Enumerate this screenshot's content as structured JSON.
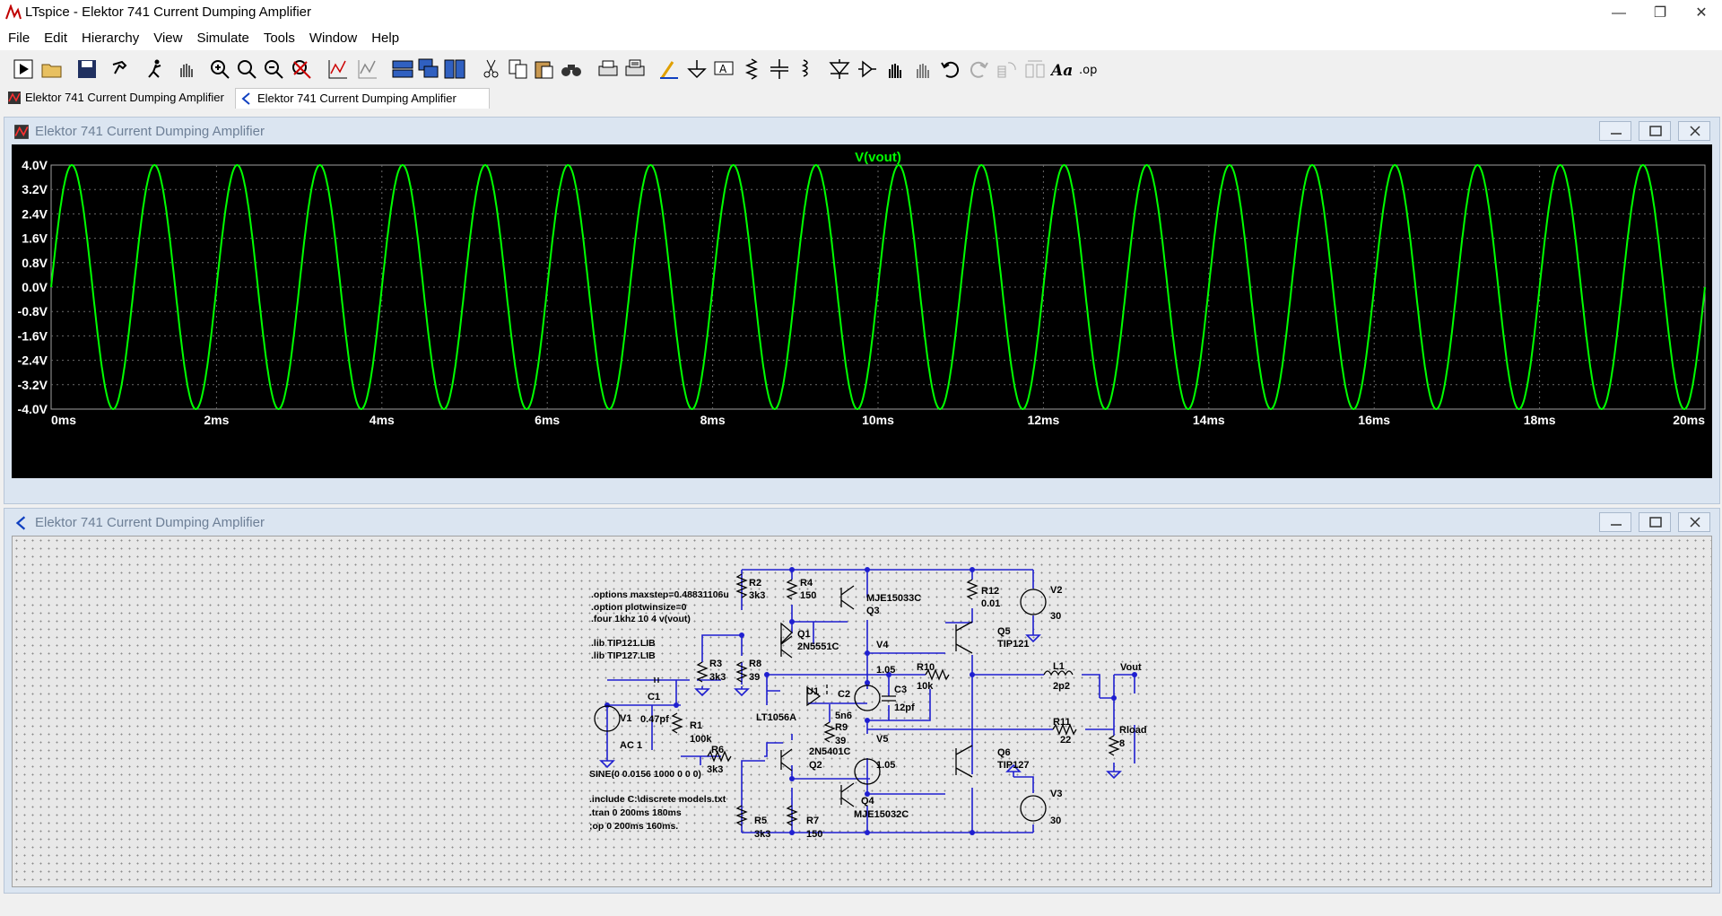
{
  "app": {
    "title": "LTspice - Elektor 741 Current Dumping Amplifier"
  },
  "window_controls": {
    "minimize": "—",
    "restore": "❐",
    "close": "✕"
  },
  "menu": [
    "File",
    "Edit",
    "Hierarchy",
    "View",
    "Simulate",
    "Tools",
    "Window",
    "Help"
  ],
  "toolbar_icons": [
    "run-icon",
    "open-icon",
    "save-icon",
    "control-panel-icon",
    "halt-icon",
    "pan-icon",
    "zoom-in-icon",
    "zoom-area-icon",
    "zoom-out-icon",
    "zoom-cancel-icon",
    "autorange-icon",
    "plot-icon",
    "tile-horizontal-icon",
    "cascade-icon",
    "tile-vertical-icon",
    "cut-icon",
    "copy-icon",
    "paste-icon",
    "find-icon",
    "print-icon",
    "print-preview-icon",
    "draw-wire-icon",
    "ground-icon",
    "label-net-icon",
    "resistor-icon",
    "capacitor-icon",
    "inductor-icon",
    "diode-icon",
    "component-icon",
    "move-icon",
    "drag-icon",
    "undo-icon",
    "redo-icon",
    "rotate-icon",
    "mirror-icon",
    "text-icon",
    "spice-directive-icon"
  ],
  "tabs": [
    {
      "label": "Elektor 741 Current Dumping Amplifier",
      "icon": "waveform-icon"
    },
    {
      "label": "Elektor 741 Current Dumping Amplifier",
      "icon": "schematic-icon"
    }
  ],
  "waveform_window": {
    "title": "Elektor 741 Current Dumping Amplifier"
  },
  "schematic_window": {
    "title": "Elektor 741 Current Dumping Amplifier"
  },
  "chart_data": {
    "type": "line",
    "title": "V(vout)",
    "x_tick_labels": [
      "0ms",
      "2ms",
      "4ms",
      "6ms",
      "8ms",
      "10ms",
      "12ms",
      "14ms",
      "16ms",
      "18ms",
      "20ms"
    ],
    "y_tick_labels": [
      "4.0V",
      "3.2V",
      "2.4V",
      "1.6V",
      "0.8V",
      "0.0V",
      "-0.8V",
      "-1.6V",
      "-2.4V",
      "-3.2V",
      "-4.0V"
    ],
    "xlim_ms": [
      0,
      20
    ],
    "ylim_v": [
      -4.0,
      4.0
    ],
    "series": [
      {
        "name": "V(vout)",
        "amplitude_v": 4.0,
        "frequency_hz": 1000,
        "color": "#00ff00"
      }
    ],
    "grid": true
  },
  "schematic": {
    "directives": [
      ".options maxstep=0.48831106u",
      ".option plotwinsize=0",
      ".four 1khz 10 4 v(vout)",
      ".lib TIP121.LIB",
      ".lib TIP127.LIB",
      ".include C:\\discrete models.txt",
      ".tran 0 200ms 180ms",
      ";op 0 200ms 160ms."
    ],
    "source_text": "SINE(0 0.0156 1000 0 0 0)",
    "components": {
      "R2": [
        "R2",
        "3k3"
      ],
      "R4": [
        "R4",
        "150"
      ],
      "Q3": [
        "MJE15033C",
        "Q3"
      ],
      "R12": [
        "R12",
        "0.01"
      ],
      "V2": [
        "V2",
        "30"
      ],
      "Q1": [
        "Q1",
        "2N5551C"
      ],
      "V4": [
        "V4",
        "1.05"
      ],
      "Q5": [
        "Q5",
        "TIP121"
      ],
      "R3": [
        "R3",
        "3k3"
      ],
      "R8": [
        "R8",
        "39"
      ],
      "R10": [
        "R10",
        "10k"
      ],
      "L1": [
        "L1",
        "2p2"
      ],
      "C1": [
        "C1",
        "0.47pf"
      ],
      "U1": [
        "U1",
        "LT1056A"
      ],
      "C2": [
        "C2",
        "5n6"
      ],
      "C3": [
        "C3",
        "12pf"
      ],
      "V1": [
        "V1",
        "AC 1"
      ],
      "R1": [
        "R1",
        "100k"
      ],
      "R9": [
        "R9",
        "39"
      ],
      "R11": [
        "R11",
        "22"
      ],
      "Rload": [
        "Rload",
        "8"
      ],
      "R6": [
        "R6",
        "3k3"
      ],
      "Q2": [
        "2N5401C",
        "Q2"
      ],
      "V5": [
        "V5",
        "1.05"
      ],
      "Q6": [
        "Q6",
        "TIP127"
      ],
      "V3": [
        "V3",
        "30"
      ],
      "Q4": [
        "Q4",
        "MJE15032C"
      ],
      "R5": [
        "R5",
        "3k3"
      ],
      "R7": [
        "R7",
        "150"
      ]
    },
    "net_label": "Vout"
  }
}
